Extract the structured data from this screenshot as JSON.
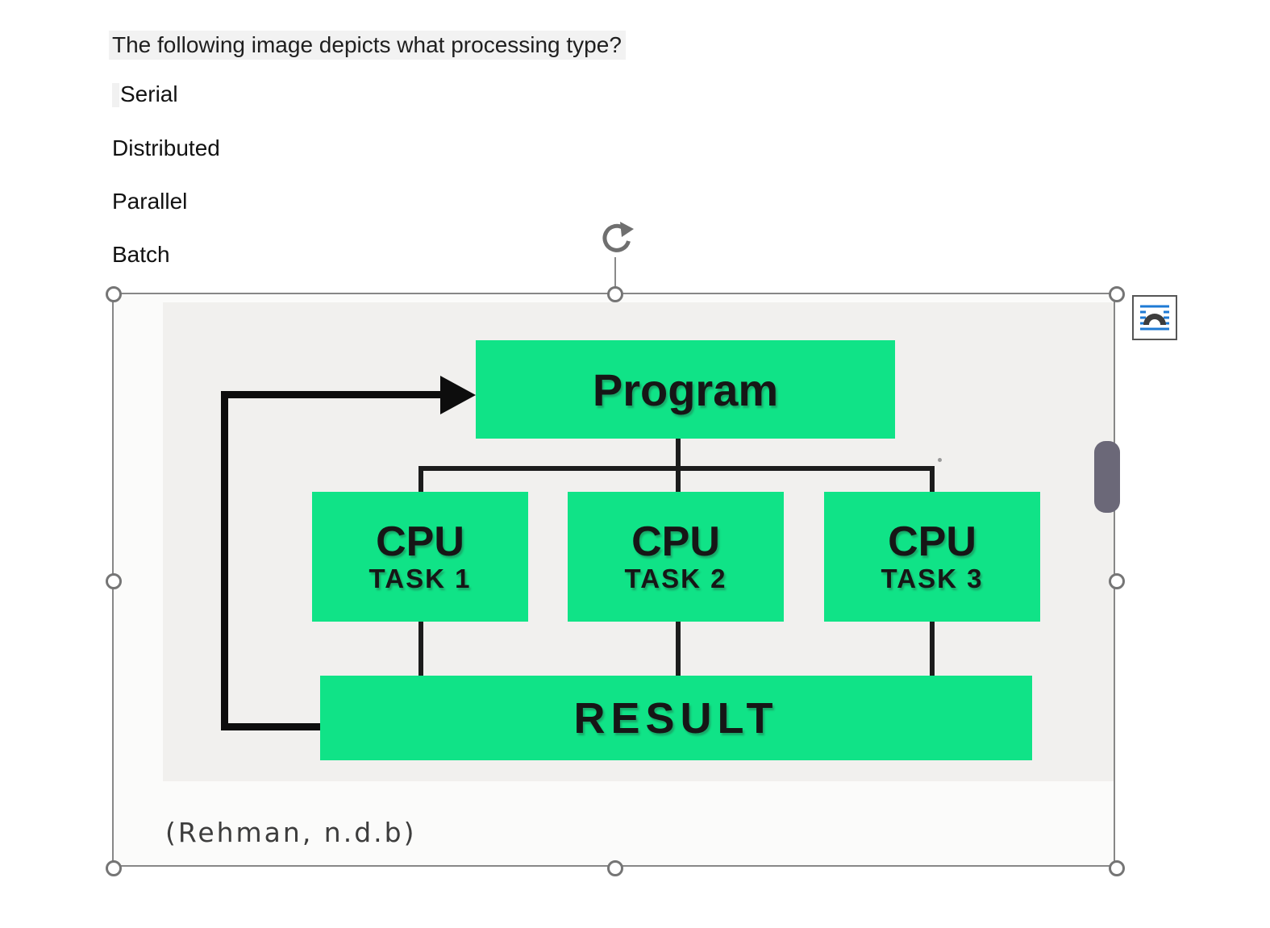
{
  "page": {
    "background": "#ffffff"
  },
  "question": {
    "text": "The following image depicts what processing type?",
    "highlight_color": "#f2f2f2"
  },
  "options": [
    {
      "label": "Serial"
    },
    {
      "label": "Distributed"
    },
    {
      "label": "Parallel"
    },
    {
      "label": "Batch"
    }
  ],
  "figure": {
    "program_label": "Program",
    "result_label": "RESULT",
    "cpus": [
      {
        "title": "CPU",
        "subtitle": "TASK 1"
      },
      {
        "title": "CPU",
        "subtitle": "TASK 2"
      },
      {
        "title": "CPU",
        "subtitle": "TASK 3"
      }
    ],
    "citation": "(Rehman, n.d.b)",
    "colors": {
      "node_green": "#10e387",
      "connector_black": "#1c1c1c",
      "feedback_black": "#0d0d0d",
      "diagram_background": "#f1f0ee",
      "image_background": "#fbfbfa",
      "citation_text": "#3d3d3d"
    }
  },
  "selection": {
    "border_color": "#878787",
    "handle_fill": "#ffffff",
    "handle_border": "#757575",
    "rotate_icon": "rotate-arrow-icon"
  },
  "layout_options": {
    "icon": "layout-options-icon",
    "accent_blue": "#1e7ad4",
    "arch_dark": "#3d3d3d"
  },
  "scrollbar": {
    "thumb_color": "#6b6878"
  }
}
